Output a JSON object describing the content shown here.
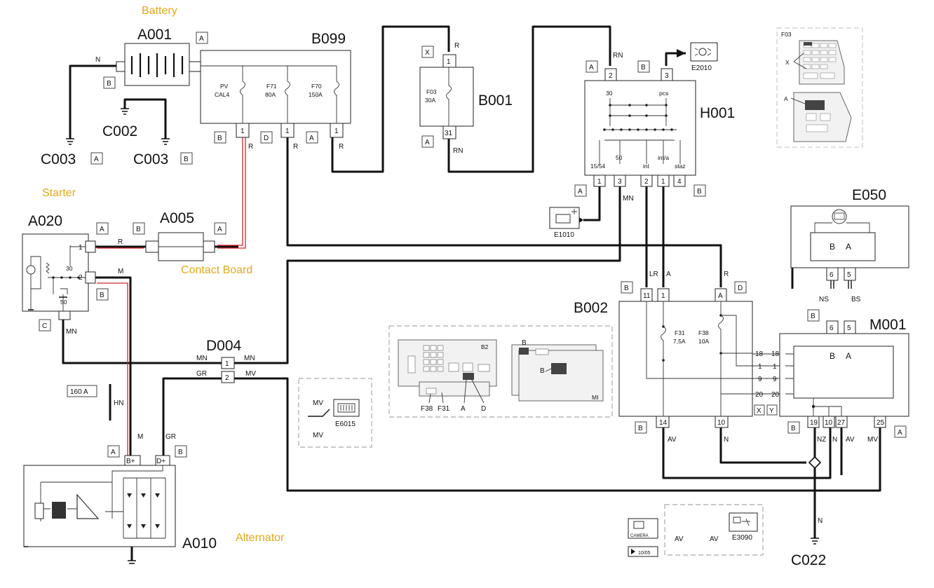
{
  "colors": {
    "annotation": "#e4a816",
    "power_wire": "#d8262a",
    "wire": "#111111"
  },
  "annotations": {
    "battery": "Battery",
    "starter": "Starter",
    "contact_board": "Contact Board",
    "alternator": "Alternator"
  },
  "components": {
    "a001": "A001",
    "b099": "B099",
    "b001": "B001",
    "h001": "H001",
    "e050": "E050",
    "a020": "A020",
    "a005": "A005",
    "c002": "C002",
    "c003a": "C003",
    "c003b": "C003",
    "b002": "B002",
    "m001": "M001",
    "d004": "D004",
    "a010": "A010",
    "c022": "C022",
    "e2010": "E2010",
    "e1010": "E1010",
    "e6015": "E6015",
    "e3090": "E3090"
  },
  "fuses": {
    "pv": "PV",
    "cal4": "CAL4",
    "f71": "F71",
    "f71_amp": "80A",
    "f70": "F70",
    "f70_amp": "150A",
    "f03": "F03",
    "f03_amp": "30A",
    "f31": "F31",
    "f31_amp": "7,5A",
    "f38": "F38",
    "f38_amp": "10A"
  },
  "connectors": {
    "a": "A",
    "b": "B",
    "c": "C",
    "d": "D",
    "x": "X",
    "y": "Y"
  },
  "wire_codes": {
    "n": "N",
    "r": "R",
    "rn": "RN",
    "mn": "MN",
    "m": "M",
    "gr": "GR",
    "mv": "MV",
    "lr": "LR",
    "a": "A",
    "av": "AV",
    "nz": "NZ",
    "ns": "NS",
    "bs": "BS",
    "hn": "HN"
  },
  "pins": {
    "p1": "1",
    "p2": "2",
    "p3": "3",
    "p4": "4",
    "p5": "5",
    "p6": "6",
    "p9": "9",
    "p10": "10",
    "p11": "11",
    "p14": "14",
    "p18": "18",
    "p19": "19",
    "p20": "20",
    "p25": "25",
    "p27": "27",
    "p30": "30",
    "p31": "31",
    "p50": "50",
    "bplus": "B+",
    "dplus": "D+"
  },
  "relay_labels": {
    "t30": "30",
    "pcs": "pcs",
    "t1554": "15/54",
    "t50": "50",
    "int": "int",
    "inta": "int/a",
    "staz": "staz"
  },
  "misc": {
    "amp160": "160 A",
    "camera": "CAMERA",
    "camera_code": "10/05",
    "b2": "B2",
    "m1": "MI",
    "f03_loc": "F03",
    "x_loc": "X",
    "a_loc": "A",
    "f38_loc": "F38",
    "f31_loc": "F31",
    "a_inset": "A",
    "d_inset": "D",
    "b_inset": "B",
    "b_inset2": "B"
  }
}
